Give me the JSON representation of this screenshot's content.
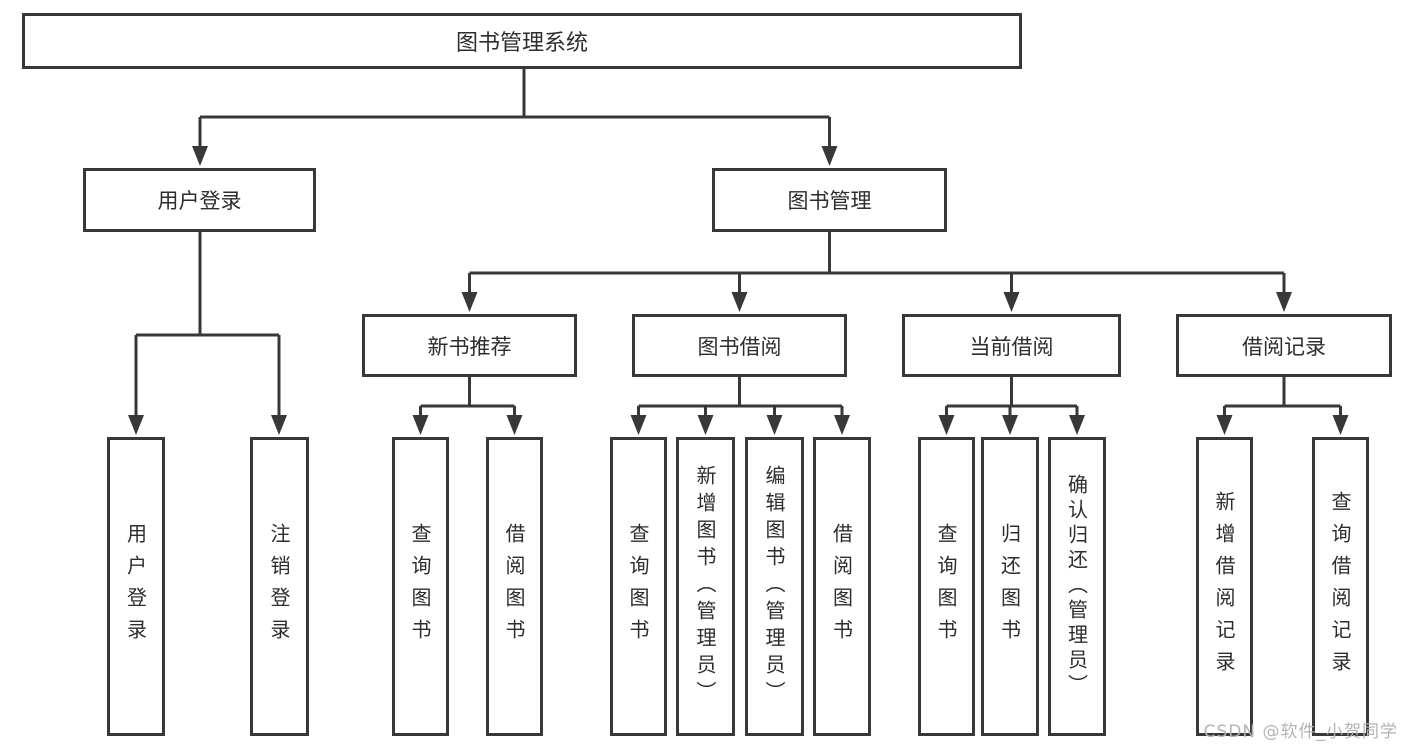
{
  "diagram": {
    "title": "图书管理系统",
    "watermark": "CSDN @软件_小贺同学",
    "colors": {
      "line": "#383838",
      "text": "#2d2d2d",
      "watermark": "#b3b3b3",
      "background": "#ffffff"
    },
    "tree": {
      "label": "图书管理系统",
      "children": [
        {
          "label": "用户登录",
          "children": [
            {
              "label": "用户登录"
            },
            {
              "label": "注销登录"
            }
          ]
        },
        {
          "label": "图书管理",
          "children": [
            {
              "label": "新书推荐",
              "children": [
                {
                  "label": "查询图书"
                },
                {
                  "label": "借阅图书"
                }
              ]
            },
            {
              "label": "图书借阅",
              "children": [
                {
                  "label": "查询图书"
                },
                {
                  "label": "新增图书（管理员）"
                },
                {
                  "label": "编辑图书（管理员）"
                },
                {
                  "label": "借阅图书"
                }
              ]
            },
            {
              "label": "当前借阅",
              "children": [
                {
                  "label": "查询图书"
                },
                {
                  "label": "归还图书"
                },
                {
                  "label": "确认归还（管理员）"
                }
              ]
            },
            {
              "label": "借阅记录",
              "children": [
                {
                  "label": "新增借阅记录"
                },
                {
                  "label": "查询借阅记录"
                }
              ]
            }
          ]
        }
      ]
    }
  }
}
